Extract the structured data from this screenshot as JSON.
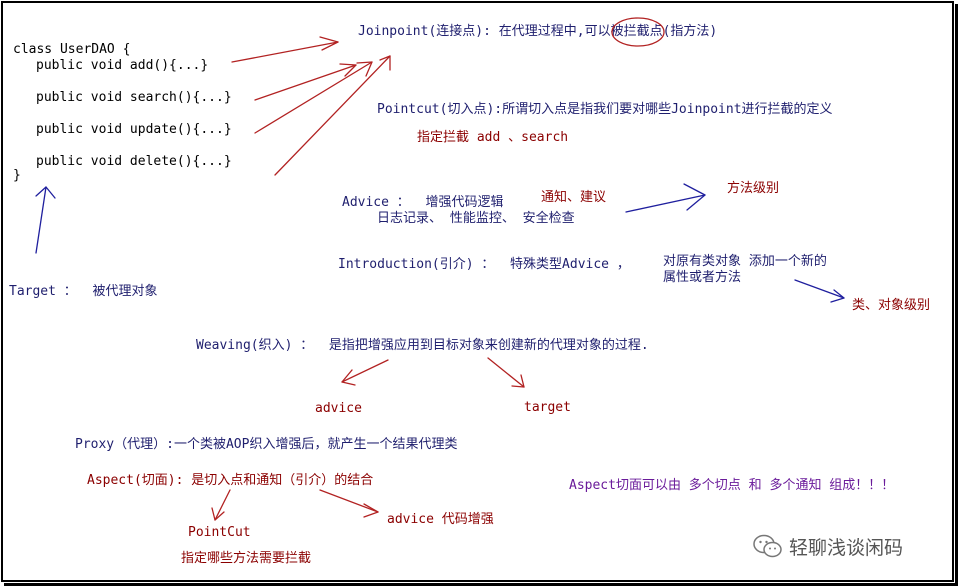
{
  "code": {
    "class_line": "class UserDAO {",
    "methods": [
      "public void add(){...}",
      "public void search(){...}",
      "public void update(){...}",
      "public void delete(){...}"
    ],
    "close_brace": "}"
  },
  "target": {
    "label": "Target ：  被代理对象"
  },
  "joinpoint": {
    "prefix": "Joinpoint(连接点): 在代理过程中,",
    "highlight": "可以",
    "suffix": "被拦截点(指方法)"
  },
  "pointcut": {
    "definition": "Pointcut(切入点):所谓切入点是指我们要对哪些Joinpoint进行拦截的定义",
    "example": "指定拦截 add 、search"
  },
  "advice": {
    "definition": "Advice ：  增强代码逻辑",
    "note": "通知、建议",
    "examples": "日志记录、 性能监控、 安全检查",
    "level": "方法级别"
  },
  "introduction": {
    "definition": "Introduction(引介) ：  特殊类型Advice ，",
    "note_line1": "对原有类对象 添加一个新的",
    "note_line2": "属性或者方法",
    "level": "类、对象级别"
  },
  "weaving": {
    "definition": "Weaving(织入) ：  是指把增强应用到目标对象来创建新的代理对象的过程.",
    "left": "advice",
    "right": "target"
  },
  "proxy": {
    "definition": "Proxy（代理）:一个类被AOP织入增强后，就产生一个结果代理类"
  },
  "aspect": {
    "definition": "Aspect(切面): 是切入点和通知（引介）的结合",
    "pointcut_label": "PointCut",
    "pointcut_note": "指定哪些方法需要拦截",
    "advice_label": "advice 代码增强",
    "composition": "Aspect切面可以由 多个切点 和 多个通知 组成！！！"
  },
  "watermark": {
    "text": "轻聊浅谈闲码",
    "icon": "wechat-icon"
  }
}
